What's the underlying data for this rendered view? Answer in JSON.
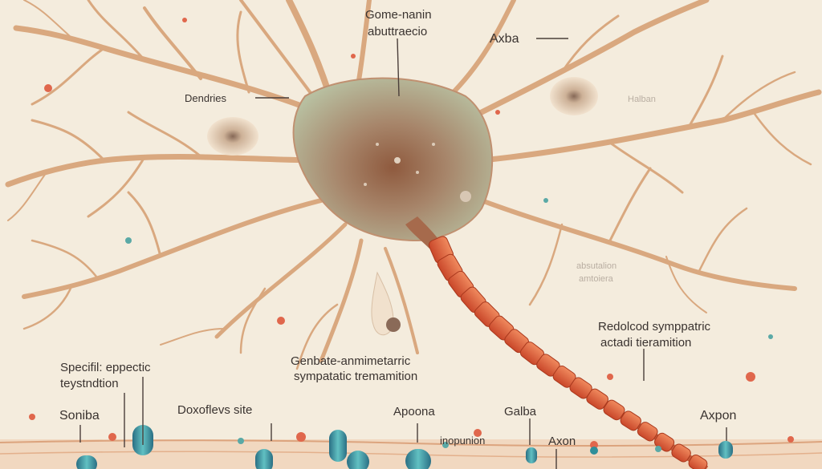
{
  "labels": {
    "soma_top_line1": "Gome-nanin",
    "soma_top_line2": "abuttraecio",
    "axba": "Axba",
    "dendrites": "Dendries",
    "faint_top_right": "Halban",
    "faint_mid_right_1": "absutalion",
    "faint_mid_right_2": "amtoiera",
    "reduced_line1": "Redolcod symppatric",
    "reduced_line2": "actadi tieramition",
    "specific_line1": "Specifil: eppectic",
    "specific_line2": "teystndtion",
    "gaba_line1": "Genbate-anmimetarric",
    "gaba_line2": "sympatatic tremamition",
    "soniba": "Soniba",
    "dendrites_site": "Doxoflevs site",
    "apoona": "Apoona",
    "galba": "Galba",
    "inopunon": "inopunion",
    "axon_small": "Axon",
    "axpon": "Axpon"
  },
  "colors": {
    "background": "#f4ecdd",
    "dendrite": "#d9a87f",
    "soma": "#b8bfa0",
    "soma_core": "#a66a4c",
    "myelin": "#e0673e",
    "receptor": "#2f8f9a",
    "dot_red": "#e0674c",
    "dot_teal": "#5aa9a6",
    "leader_line": "#4a3e3a"
  }
}
